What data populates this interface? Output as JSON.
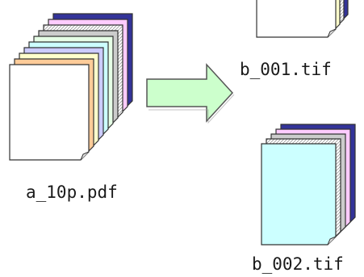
{
  "files": {
    "source_label": "a_10p.pdf",
    "output_1_label": "b_001.tif",
    "output_2_label": "b_002.tif"
  },
  "colors": {
    "arrow_fill": "#ccffcc",
    "arrow_stroke": "#555555",
    "page_stroke": "#333333",
    "front_page_source": "#ffffff",
    "front_page_output_1": "#ffffff",
    "front_page_output_2": "#ccffff",
    "page_stack_source": [
      "#ffffff",
      "#ffcc99",
      "#ffffcc",
      "#ccccff",
      "#ccffff",
      "#e6ffe6",
      "#cccccc",
      "#e0e0e0",
      "#ffccff",
      "#333399"
    ],
    "page_stack_output_2": [
      "#ccffff",
      "#ffffff",
      "#cccccc",
      "#ffccff",
      "#333399"
    ]
  },
  "icons": {
    "source": "page-stack-icon",
    "arrow": "right-arrow-icon",
    "output": "page-stack-icon"
  }
}
